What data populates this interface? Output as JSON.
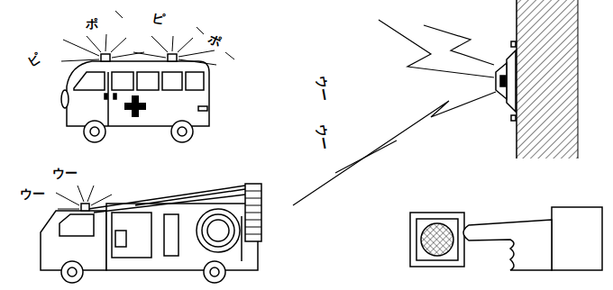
{
  "diagram": {
    "labels": [
      "ピ",
      "ポ",
      "ピ",
      "ポ",
      "ウー",
      "ウー",
      "ウー",
      "ウー"
    ]
  }
}
